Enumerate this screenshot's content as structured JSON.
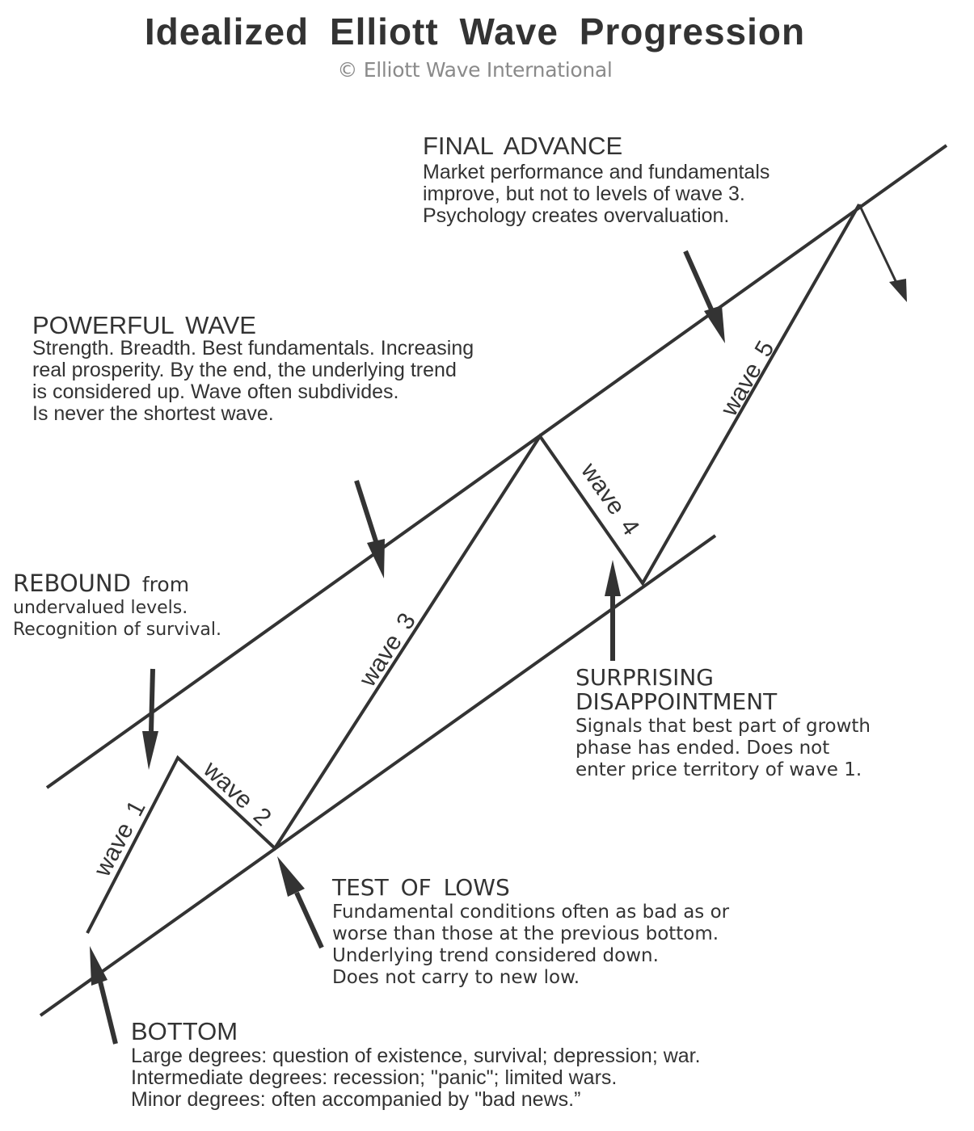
{
  "title": "Idealized  Elliott  Wave  Progression",
  "subtitle": "© Elliott Wave International",
  "colors": {
    "ink": "#333333",
    "subtitle": "#8a8a8a",
    "background": "#ffffff"
  },
  "wave_labels": [
    "wave  1",
    "wave  2",
    "wave  3",
    "wave  4",
    "wave  5"
  ],
  "annotations": {
    "final_advance": {
      "heading": "FINAL  ADVANCE",
      "lines": [
        "Market performance and fundamentals",
        "improve, but not to levels of wave 3.",
        "Psychology creates overvaluation."
      ]
    },
    "powerful_wave": {
      "heading": "POWERFUL  WAVE",
      "lines": [
        "Strength. Breadth. Best fundamentals. Increasing",
        "real prosperity. By the end, the underlying trend",
        "is considered up. Wave often subdivides.",
        "Is never the shortest wave."
      ]
    },
    "rebound": {
      "heading": "REBOUND",
      "heading_suffix": " from",
      "lines": [
        "undervalued levels.",
        "Recognition of survival."
      ]
    },
    "surprising_disappointment": {
      "heading_lines": [
        "SURPRISING",
        "DISAPPOINTMENT"
      ],
      "lines": [
        "Signals that best part of growth",
        "phase has ended. Does not",
        "enter price territory of wave 1."
      ]
    },
    "test_of_lows": {
      "heading": "TEST  OF  LOWS",
      "lines": [
        "Fundamental conditions often as bad as or",
        "worse than those at the previous bottom.",
        "Underlying trend considered down.",
        "Does not carry to new low."
      ]
    },
    "bottom": {
      "heading": "BOTTOM",
      "lines": [
        "Large degrees: question of existence, survival; depression; war.",
        "Intermediate degrees: recession; \"panic\"; limited wars.",
        "Minor degrees: often accompanied by \"bad news.”"
      ]
    }
  }
}
